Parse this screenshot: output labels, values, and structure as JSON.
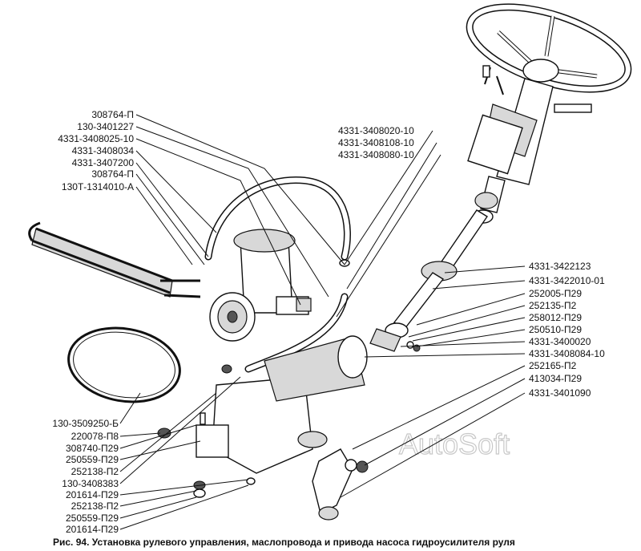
{
  "labels_left": [
    "308764-П",
    "130-3401227",
    "4331-3408025-10",
    "4331-3408034",
    "4331-3407200",
    "308764-П",
    "130Т-1314010-А"
  ],
  "labels_top": [
    "4331-3408020-10",
    "4331-3408108-10",
    "4331-3408080-10"
  ],
  "labels_right": [
    "4331-3422123",
    "4331-3422010-01",
    "252005-П29",
    "252135-П2",
    "258012-П29",
    "250510-П29",
    "4331-3400020",
    "4331-3408084-10",
    "252165-П2",
    "413034-П29",
    "4331-3401090"
  ],
  "labels_bottom_left": [
    "130-3509250-Б",
    "220078-П8",
    "308740-П29",
    "250559-П29",
    "252138-П2",
    "130-3408383",
    "201614-П29",
    "252138-П2",
    "250559-П29",
    "201614-П29"
  ],
  "watermark": "AutoSoft",
  "caption": "Рис. 94. Установка рулевого управления, маслопровода и привода насоса гидроусилителя руля"
}
